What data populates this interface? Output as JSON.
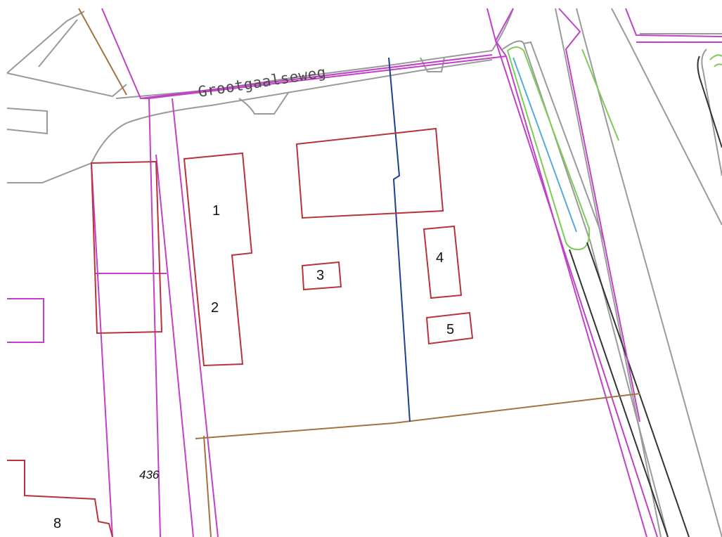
{
  "map": {
    "street_name": "Grootgaalseweg",
    "parcel_number": "436",
    "labels": [
      "1",
      "2",
      "3",
      "4",
      "5",
      "8"
    ],
    "colors": {
      "road_outline": "#9a9a9a",
      "cadastral_boundary": "#c040c8",
      "building": "#b8333a",
      "dividing_line": "#1f3f8f",
      "ditch": "#a37240",
      "green_strip": "#7ccc55",
      "water": "#55aadd",
      "rail": "#333333"
    }
  }
}
